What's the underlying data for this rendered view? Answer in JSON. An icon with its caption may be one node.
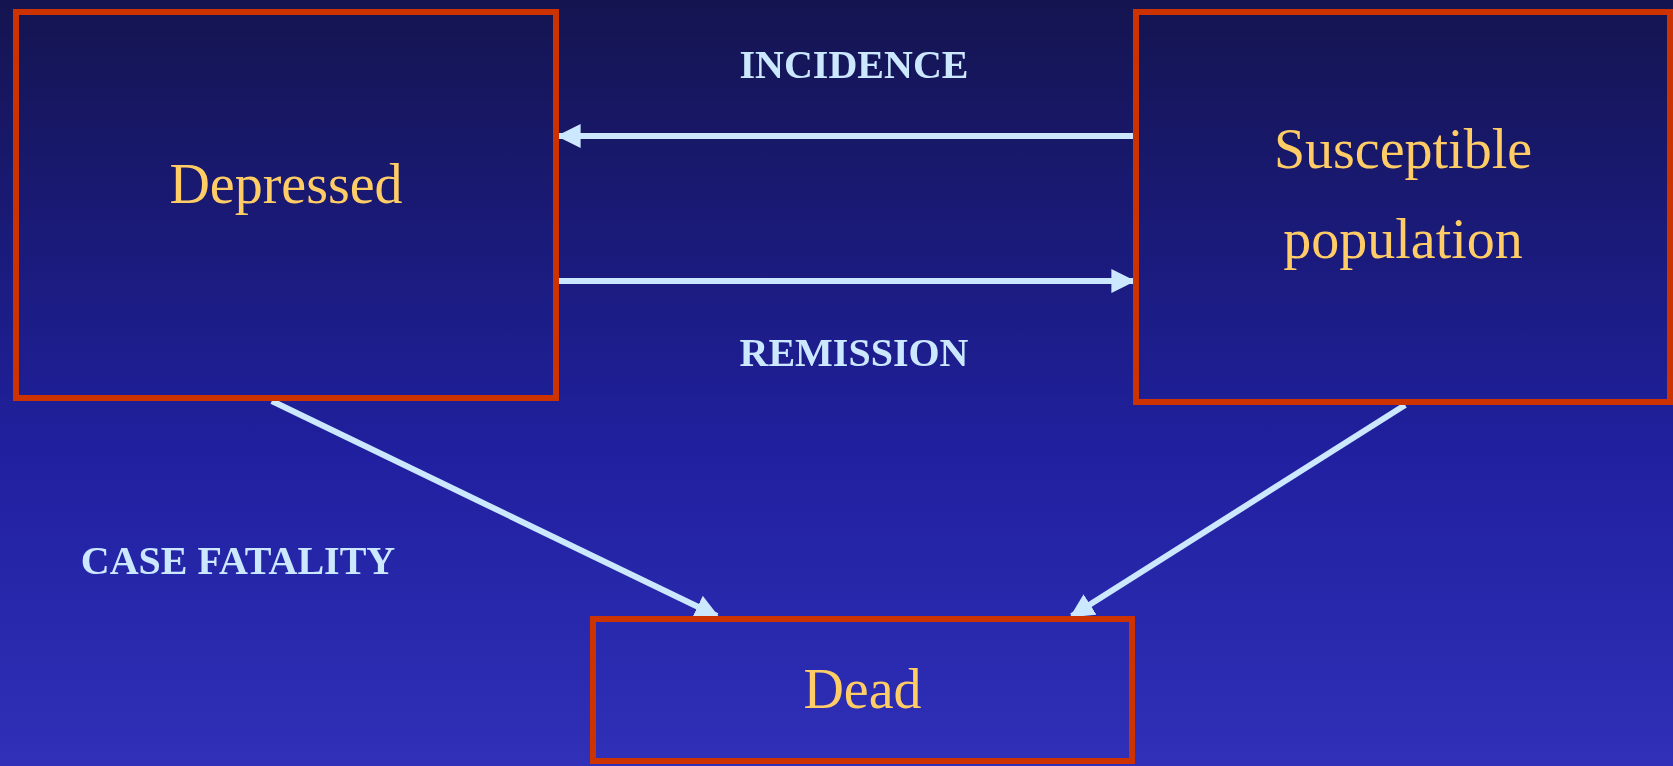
{
  "diagram": {
    "nodes": [
      {
        "text": [
          "Depressed"
        ]
      },
      {
        "text": [
          "Susceptible population"
        ]
      },
      {
        "text": [
          "Dead"
        ]
      }
    ],
    "edges": [
      {
        "from": 1,
        "to": 0,
        "arrow": "to",
        "label": "INCIDENCE"
      },
      {
        "from": 0,
        "to": 1,
        "arrow": "to",
        "label": "REMISSION"
      },
      {
        "from": 0,
        "to": 2,
        "arrow": "to",
        "label": "CASE FATALITY"
      },
      {
        "from": 1,
        "to": 2,
        "arrow": "to"
      }
    ]
  }
}
